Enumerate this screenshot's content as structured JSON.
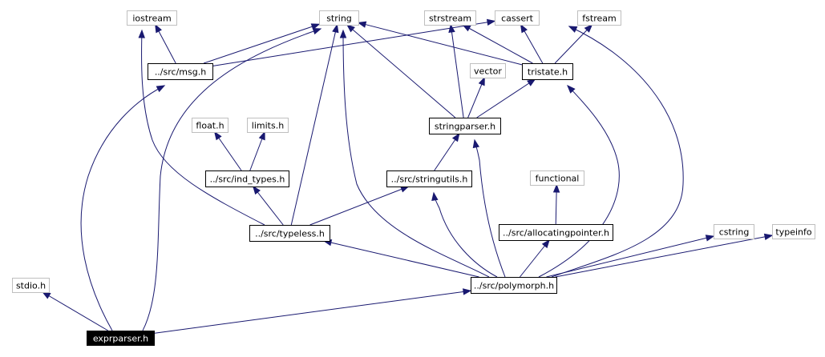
{
  "graph": {
    "edge_color": "#191970",
    "nodes": {
      "iostream": {
        "label": "iostream",
        "kind": "system"
      },
      "string": {
        "label": "string",
        "kind": "system"
      },
      "strstream": {
        "label": "strstream",
        "kind": "system"
      },
      "cassert": {
        "label": "cassert",
        "kind": "system"
      },
      "fstream": {
        "label": "fstream",
        "kind": "system"
      },
      "msg": {
        "label": "../src/msg.h",
        "kind": "file"
      },
      "vector": {
        "label": "vector",
        "kind": "system"
      },
      "tristate": {
        "label": "tristate.h",
        "kind": "file"
      },
      "floath": {
        "label": "float.h",
        "kind": "system"
      },
      "limitsh": {
        "label": "limits.h",
        "kind": "system"
      },
      "stringparser": {
        "label": "stringparser.h",
        "kind": "file"
      },
      "ind_types": {
        "label": "../src/ind_types.h",
        "kind": "file"
      },
      "stringutils": {
        "label": "../src/stringutils.h",
        "kind": "file"
      },
      "functional": {
        "label": "functional",
        "kind": "system"
      },
      "allocatingpointer": {
        "label": "../src/allocatingpointer.h",
        "kind": "file"
      },
      "cstring": {
        "label": "cstring",
        "kind": "system"
      },
      "typeinfo": {
        "label": "typeinfo",
        "kind": "system"
      },
      "typeless": {
        "label": "../src/typeless.h",
        "kind": "file"
      },
      "stdioh": {
        "label": "stdio.h",
        "kind": "system"
      },
      "polymorph": {
        "label": "../src/polymorph.h",
        "kind": "file"
      },
      "exprparser": {
        "label": "exprparser.h",
        "kind": "root"
      }
    },
    "edges": [
      [
        "msg",
        "iostream"
      ],
      [
        "msg",
        "string"
      ],
      [
        "msg",
        "cassert"
      ],
      [
        "tristate",
        "string"
      ],
      [
        "tristate",
        "strstream"
      ],
      [
        "tristate",
        "cassert"
      ],
      [
        "tristate",
        "fstream"
      ],
      [
        "stringparser",
        "string"
      ],
      [
        "stringparser",
        "strstream"
      ],
      [
        "stringparser",
        "vector"
      ],
      [
        "stringparser",
        "tristate"
      ],
      [
        "ind_types",
        "floath"
      ],
      [
        "ind_types",
        "limitsh"
      ],
      [
        "stringutils",
        "stringparser"
      ],
      [
        "allocatingpointer",
        "functional"
      ],
      [
        "typeless",
        "iostream"
      ],
      [
        "typeless",
        "string"
      ],
      [
        "typeless",
        "ind_types"
      ],
      [
        "typeless",
        "stringutils"
      ],
      [
        "polymorph",
        "string"
      ],
      [
        "polymorph",
        "cassert"
      ],
      [
        "polymorph",
        "tristate"
      ],
      [
        "polymorph",
        "stringparser"
      ],
      [
        "polymorph",
        "stringutils"
      ],
      [
        "polymorph",
        "allocatingpointer"
      ],
      [
        "polymorph",
        "cstring"
      ],
      [
        "polymorph",
        "typeinfo"
      ],
      [
        "polymorph",
        "typeless"
      ],
      [
        "exprparser",
        "msg"
      ],
      [
        "exprparser",
        "string"
      ],
      [
        "exprparser",
        "stdioh"
      ],
      [
        "exprparser",
        "polymorph"
      ]
    ]
  }
}
